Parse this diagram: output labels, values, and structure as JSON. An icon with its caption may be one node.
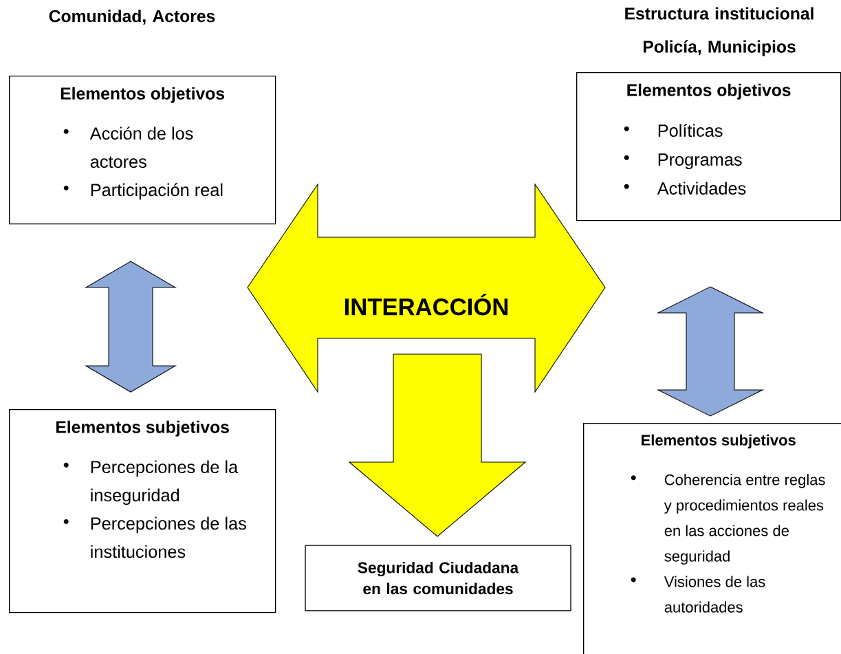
{
  "diagram": {
    "nodes": [
      {
        "text": [
          "Elementos objetivos",
          "Acción de los actores",
          "Participación real"
        ]
      },
      {
        "text": [
          "Elementos objetivos",
          "Políticas",
          "Programas",
          "Actividades"
        ]
      },
      {
        "text": [
          "Elementos subjetivos",
          "Percepciones de la inseguridad",
          "Percepciones de las instituciones"
        ]
      },
      {
        "text": [
          "Elementos subjetivos",
          "Coherencia entre reglas y procedimientos reales en las acciones de seguridad",
          "Visiones de las autoridades"
        ]
      },
      {
        "text": [
          "Seguridad Ciudadana en las comunidades"
        ]
      },
      {
        "text": [
          "INTERACCIÓN"
        ]
      }
    ],
    "edges": [
      {
        "from": 0,
        "to": 2,
        "arrow": "both"
      },
      {
        "from": 1,
        "to": 3,
        "arrow": "both"
      },
      {
        "from": 5,
        "to": 4,
        "arrow": "to",
        "color": "#ffff00"
      }
    ],
    "labels": [
      "Comunidad, Actores",
      "Estructura institucional Policía, Municipios"
    ]
  }
}
